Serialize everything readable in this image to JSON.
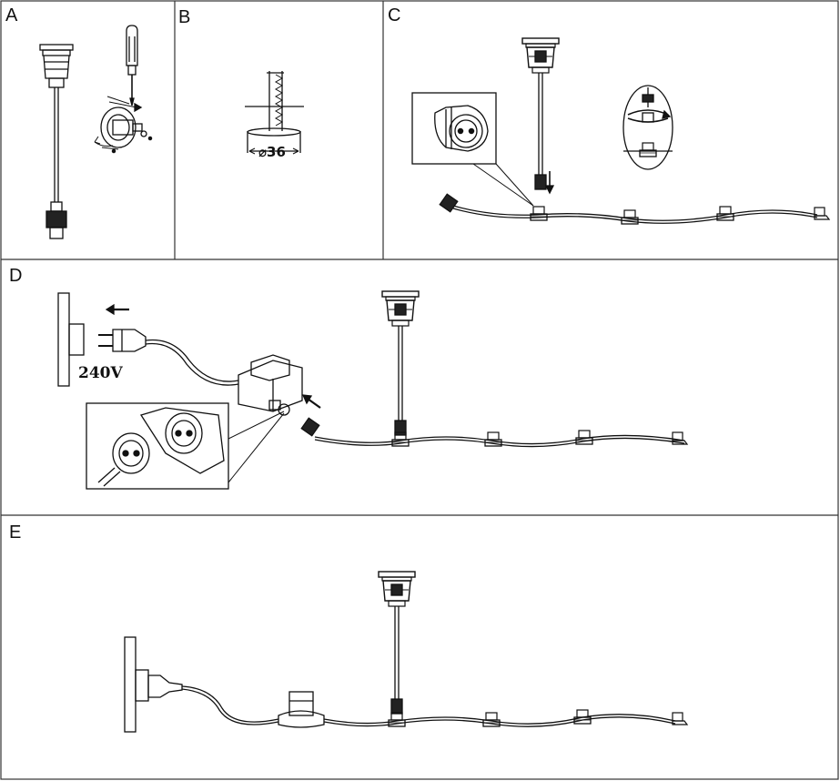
{
  "panels": {
    "a": {
      "label": "A"
    },
    "b": {
      "label": "B",
      "dimension": "⌀36"
    },
    "c": {
      "label": "C"
    },
    "d": {
      "label": "D",
      "voltage": "240V"
    },
    "e": {
      "label": "E"
    }
  },
  "colors": {
    "line": "#111111",
    "border": "#333333",
    "background": "#ffffff"
  }
}
